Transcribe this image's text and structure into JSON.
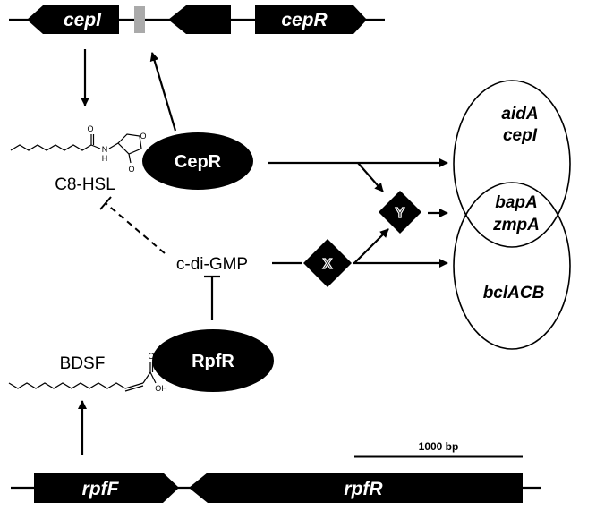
{
  "genes_top": {
    "cepI": "cepI",
    "cepR": "cepR"
  },
  "genes_bottom": {
    "rpfF": "rpfF",
    "rpfR": "rpfR"
  },
  "signals": {
    "c8_hsl": "C8-HSL",
    "bdsf": "BDSF",
    "c_di_gmp": "c-di-GMP"
  },
  "proteins": {
    "cepR": "CepR",
    "rpfR": "RpfR"
  },
  "unknowns": {
    "x": "X",
    "y": "Y"
  },
  "chem_atoms": {
    "hsl_n": "N",
    "hsl_h": "H",
    "hsl_o_amide": "O",
    "hsl_o_ring": "O",
    "hsl_o_carbonyl": "O",
    "bdsf_o": "O",
    "bdsf_oh": "OH"
  },
  "venn": {
    "top_genes": [
      "aidA",
      "cepI"
    ],
    "middle_genes": [
      "bapA",
      "zmpA"
    ],
    "bottom_genes": [
      "bclACB"
    ]
  },
  "scale_bar": {
    "label": "1000 bp"
  }
}
